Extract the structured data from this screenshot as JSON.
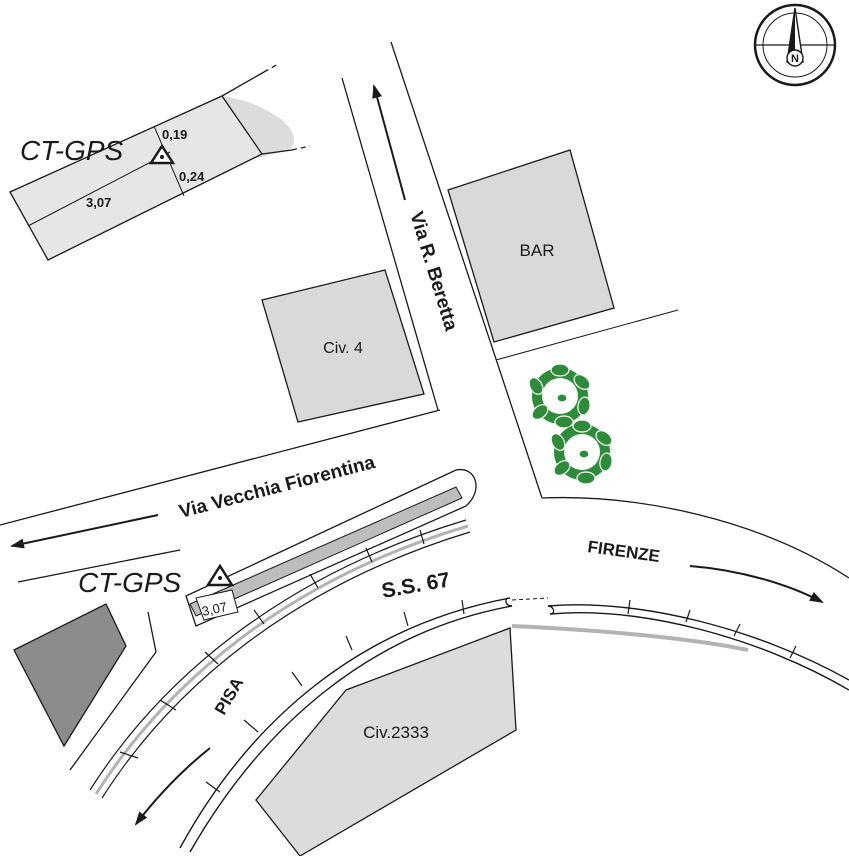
{
  "colors": {
    "building_fill": "#d9d9d9",
    "building_dark_fill": "#8c8c8c",
    "plot_fill": "#e6e6e6",
    "line": "#1a1a1a",
    "tree_green": "#2e8b3a",
    "gray_line": "#b3b3b3"
  },
  "compass": {
    "icon": "north-arrow-icon",
    "letter": "N"
  },
  "survey_points": [
    {
      "label": "CT-GPS",
      "icon": "triangle-survey-marker-icon"
    },
    {
      "label": "CT-GPS",
      "icon": "triangle-survey-marker-icon"
    }
  ],
  "measurements": {
    "upper_plot": [
      "0,19",
      "0,24",
      "3,07"
    ],
    "lower_point": "3,07"
  },
  "buildings": {
    "bar": "BAR",
    "civ4": "Civ. 4",
    "civ2333": "Civ.2333"
  },
  "streets": {
    "via_beretta": "Via R. Beretta",
    "via_vecchia_fiorentina": "Via Vecchia Fiorentina",
    "ss67": "S.S. 67"
  },
  "directions": {
    "firenze": "FIRENZE",
    "pisa": "PISA"
  },
  "trees": {
    "icon": "tree-icon",
    "count": 2
  }
}
